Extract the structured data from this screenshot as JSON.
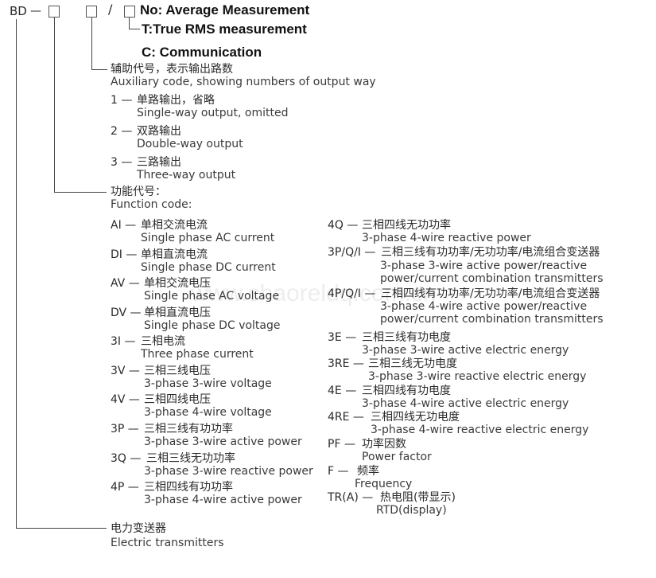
{
  "header": {
    "prefix": "BD",
    "dash": "—",
    "slash": "/",
    "no_label": "No: Average Measurement",
    "t_label": "T:True RMS measurement",
    "c_label": "C:  Communication"
  },
  "auxiliary": {
    "title_cn": "辅助代号，表示输出路数",
    "title_en": "Auxiliary code, showing numbers of output way",
    "items": [
      {
        "code": "1 —",
        "cn": "单路输出，省略",
        "en": "Single-way output, omitted"
      },
      {
        "code": "2 —",
        "cn": "双路输出",
        "en": "Double-way output"
      },
      {
        "code": "3 —",
        "cn": "三路输出",
        "en": "Three-way output"
      }
    ]
  },
  "function": {
    "title_cn": "功能代号：",
    "title_en": "Function code:",
    "left": [
      {
        "code": "AI —",
        "cn": "单相交流电流",
        "en": "Single phase AC current"
      },
      {
        "code": "DI —",
        "cn": "单相直流电流",
        "en": "Single phase DC current"
      },
      {
        "code": "AV —",
        "cn": "单相交流电压",
        "en": "Single phase AC voltage"
      },
      {
        "code": "DV —",
        "cn": "单相直流电压",
        "en": "Single phase DC voltage"
      },
      {
        "code": "3I —",
        "cn": "三相电流",
        "en": "Three phase current"
      },
      {
        "code": "3V —",
        "cn": "三相三线电压",
        "en": "3-phase 3-wire voltage"
      },
      {
        "code": "4V —",
        "cn": "三相四线电压",
        "en": "3-phase 4-wire voltage"
      },
      {
        "code": "3P —",
        "cn": "三相三线有功功率",
        "en": "3-phase 3-wire active power"
      },
      {
        "code": "3Q —",
        "cn": "三相三线无功功率",
        "en": "3-phase 3-wire reactive power"
      },
      {
        "code": "4P —",
        "cn": "三相四线有功功率",
        "en": "3-phase 4-wire active power"
      }
    ],
    "right": [
      {
        "code": "4Q —",
        "cn": "三相四线无功功率",
        "en": "3-phase 4-wire reactive power"
      },
      {
        "code": "3P/Q/I —",
        "cn": "三相三线有功功率/无功功率/电流组合变送器",
        "en": "3-phase 3-wire active power/reactive",
        "en2": "power/current combination transmitters"
      },
      {
        "code": "4P/Q/I —",
        "cn": "三相四线有功功率/无功功率/电流组合变送器",
        "en": "3-phase 4-wire active power/reactive",
        "en2": "power/current combination transmitters"
      },
      {
        "code": "3E —",
        "cn": "三相三线有功电度",
        "en": "3-phase 3-wire active electric energy"
      },
      {
        "code": "3RE —",
        "cn": "三相三线无功电度",
        "en": "3-phase 3-wire reactive electric energy"
      },
      {
        "code": "4E —",
        "cn": "三相四线有功电度",
        "en": "3-phase 4-wire active electric energy"
      },
      {
        "code": "4RE —",
        "cn": "三相四线无功电度",
        "en": "3-phase 4-wire reactive electric energy"
      },
      {
        "code": "PF —",
        "cn": "功率因数",
        "en": "Power factor"
      },
      {
        "code": "F  —",
        "cn": "频率",
        "en": "Frequency"
      },
      {
        "code": "TR(A) —",
        "cn": "热电阻(带显示)",
        "en": "RTD(display)"
      }
    ]
  },
  "transmitter": {
    "cn": "电力变送器",
    "en": "Electric transmitters"
  },
  "watermark": "www.chaoreldq.com.cn"
}
